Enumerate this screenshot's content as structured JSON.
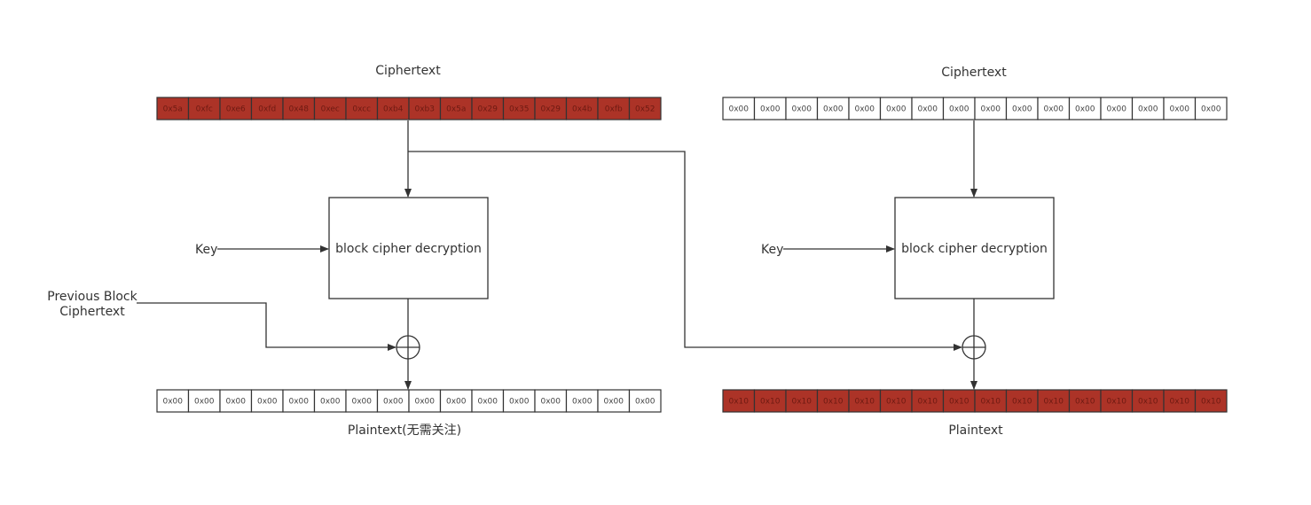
{
  "colors": {
    "highlight_fill": "#ac3327",
    "highlight_text": "#6e1a12",
    "plain_fill": "#ffffff",
    "plain_text": "#444444",
    "line": "#333333"
  },
  "left": {
    "ciphertext_label": "Ciphertext",
    "ciphertext_highlighted": true,
    "ciphertext": [
      "0x5a",
      "0xfc",
      "0xe6",
      "0xfd",
      "0x48",
      "0xec",
      "0xcc",
      "0xb4",
      "0xb3",
      "0x5a",
      "0x29",
      "0x35",
      "0x29",
      "0x4b",
      "0xfb",
      "0x52"
    ],
    "cipher_box_label": "block cipher decryption",
    "key_label": "Key",
    "prev_block_label_line1": "Previous Block",
    "prev_block_label_line2": "Ciphertext",
    "plaintext_label": "Plaintext(无需关注)",
    "plaintext_highlighted": false,
    "plaintext": [
      "0x00",
      "0x00",
      "0x00",
      "0x00",
      "0x00",
      "0x00",
      "0x00",
      "0x00",
      "0x00",
      "0x00",
      "0x00",
      "0x00",
      "0x00",
      "0x00",
      "0x00",
      "0x00"
    ]
  },
  "right": {
    "ciphertext_label": "Ciphertext",
    "ciphertext_highlighted": false,
    "ciphertext": [
      "0x00",
      "0x00",
      "0x00",
      "0x00",
      "0x00",
      "0x00",
      "0x00",
      "0x00",
      "0x00",
      "0x00",
      "0x00",
      "0x00",
      "0x00",
      "0x00",
      "0x00",
      "0x00"
    ],
    "cipher_box_label": "block cipher decryption",
    "key_label": "Key",
    "plaintext_label": "Plaintext",
    "plaintext_highlighted": true,
    "plaintext": [
      "0x10",
      "0x10",
      "0x10",
      "0x10",
      "0x10",
      "0x10",
      "0x10",
      "0x10",
      "0x10",
      "0x10",
      "0x10",
      "0x10",
      "0x10",
      "0x10",
      "0x10",
      "0x10"
    ]
  }
}
